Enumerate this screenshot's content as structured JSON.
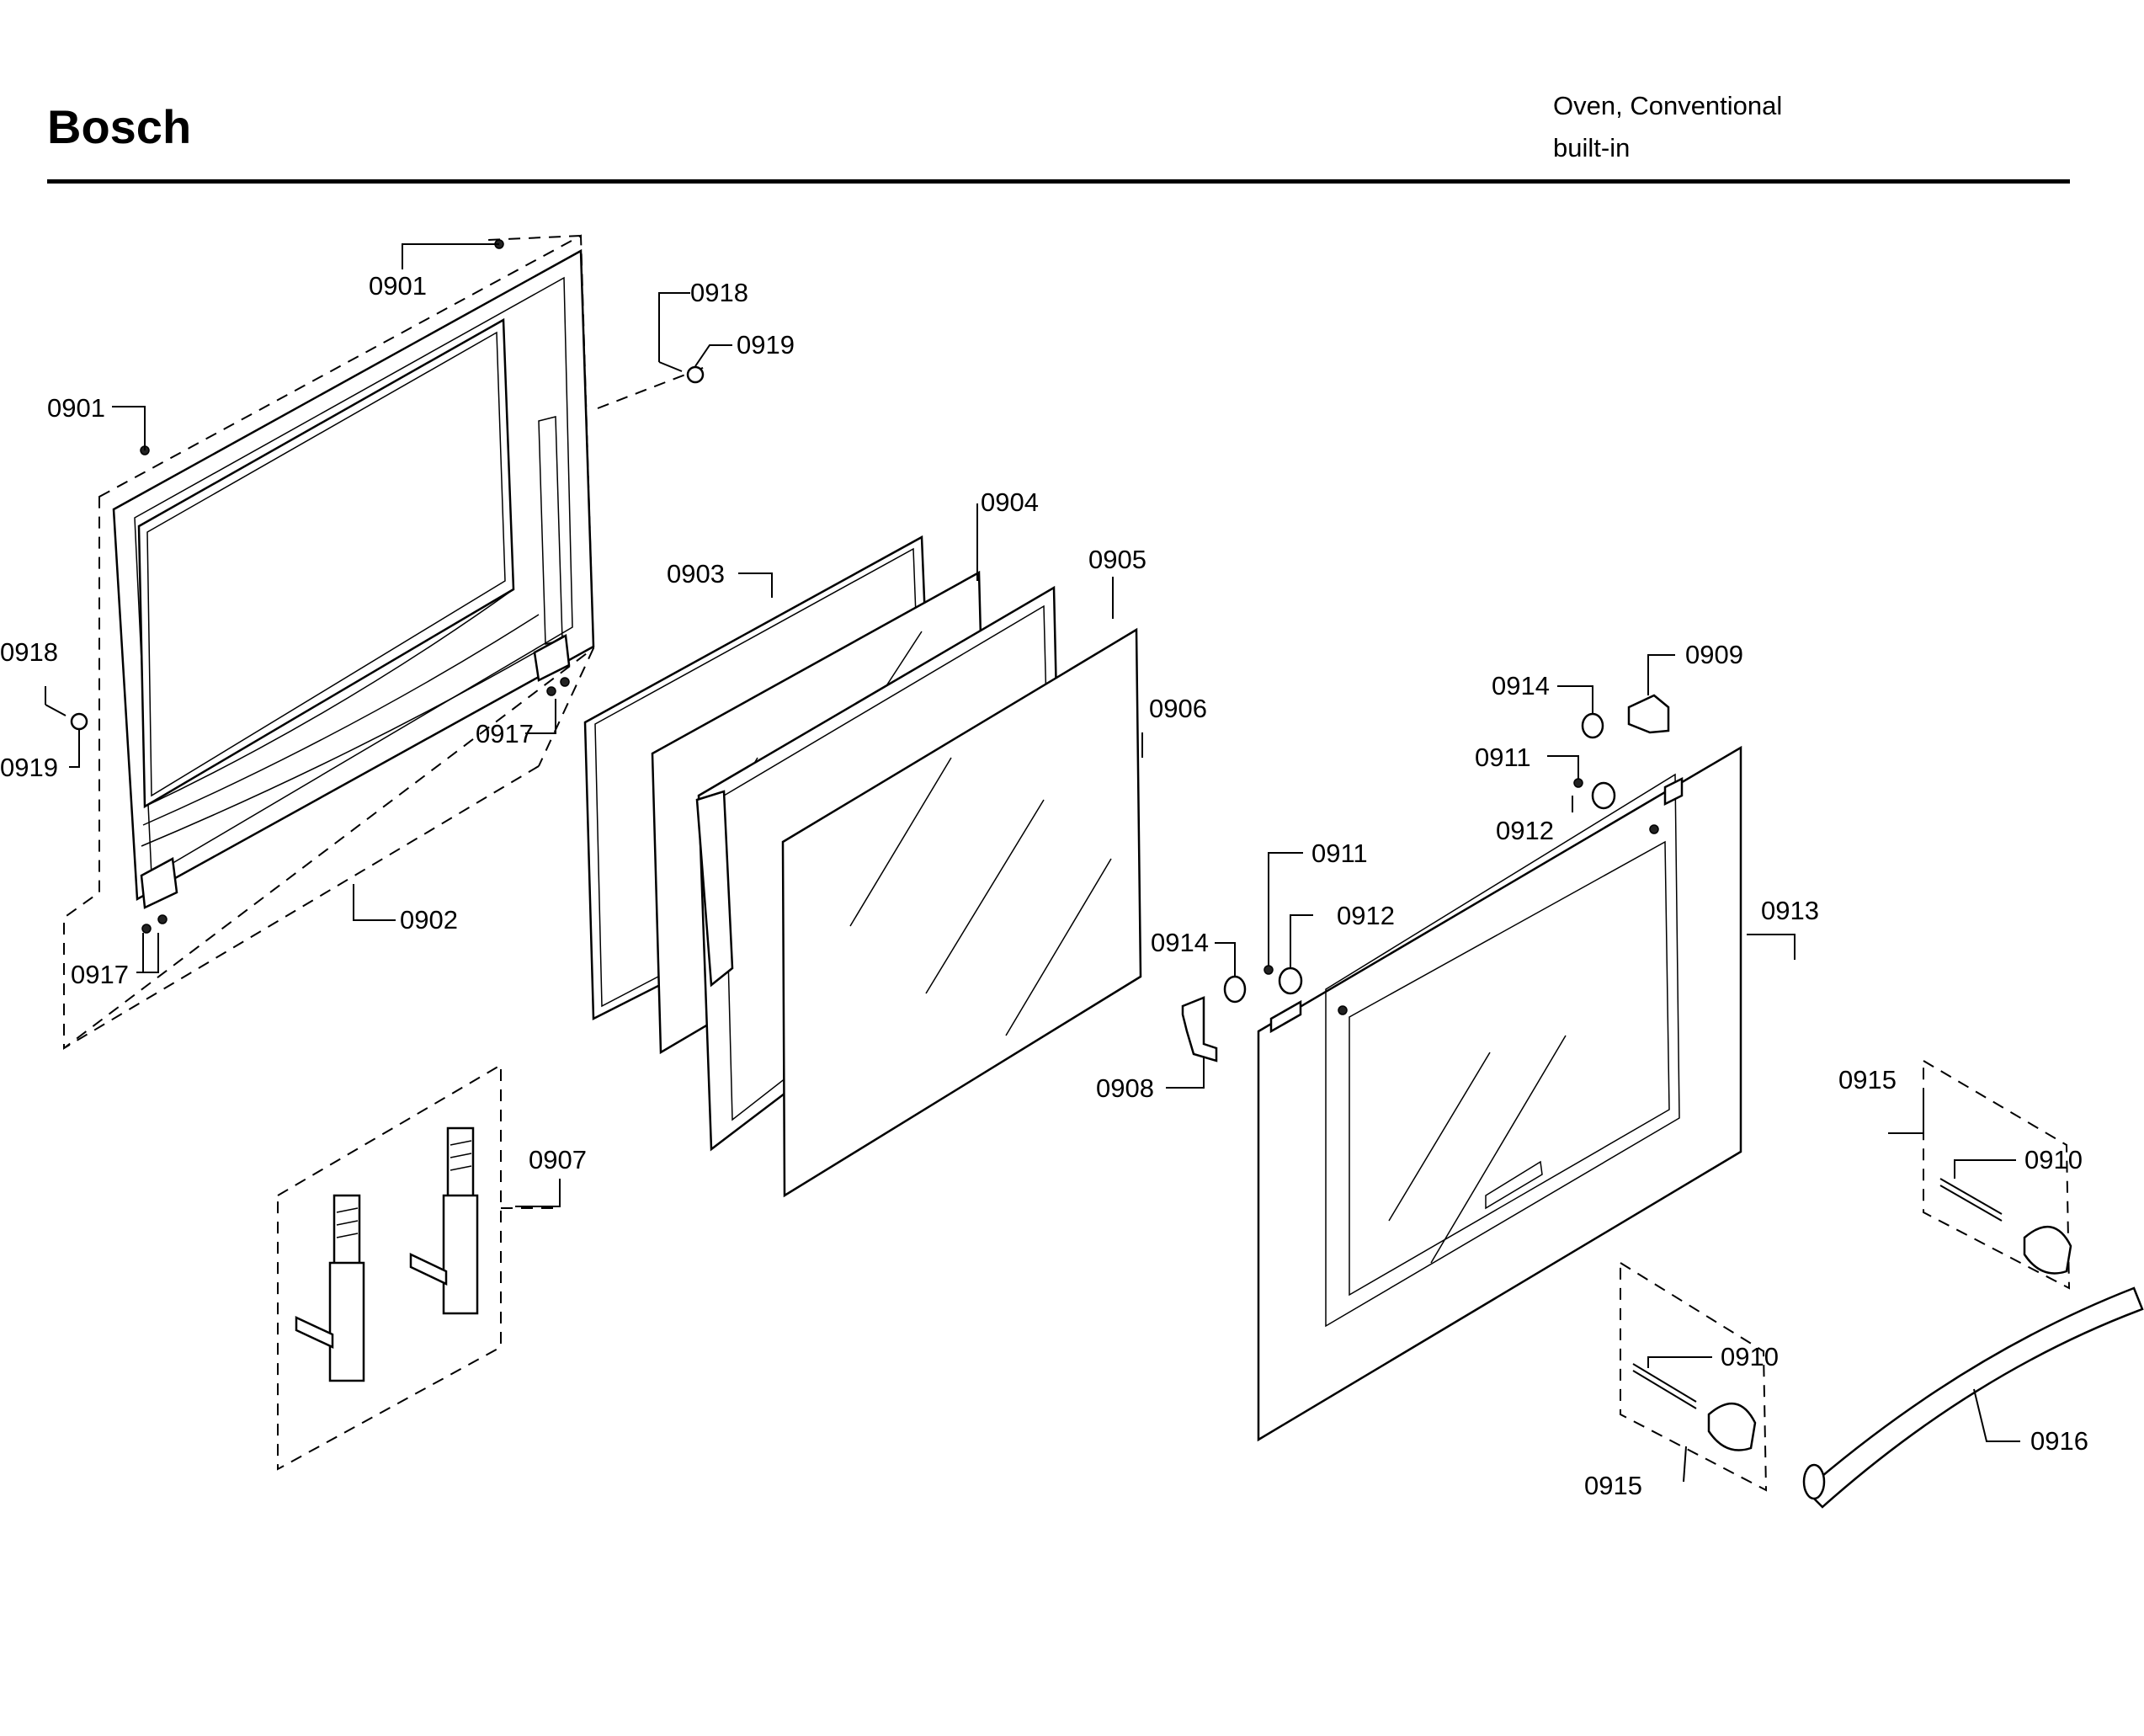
{
  "header": {
    "brand": "Bosch",
    "subtitle_line1": "Oven, Conventional",
    "subtitle_line2": "built-in"
  },
  "callouts": {
    "c01": "0901",
    "c02": "0901",
    "c03": "0918",
    "c04": "0919",
    "c05": "0918",
    "c06": "0919",
    "c07": "0917",
    "c08": "0917",
    "c09": "0902",
    "c10": "0903",
    "c11": "0904",
    "c12": "0905",
    "c13": "0906",
    "c14": "0907",
    "c15": "0914",
    "c16": "0909",
    "c17": "0911",
    "c18": "0912",
    "c19": "0911",
    "c20": "0912",
    "c21": "0914",
    "c22": "0908",
    "c23": "0913",
    "c24": "0915",
    "c25": "0910",
    "c26": "0910",
    "c27": "0915",
    "c28": "0916"
  }
}
